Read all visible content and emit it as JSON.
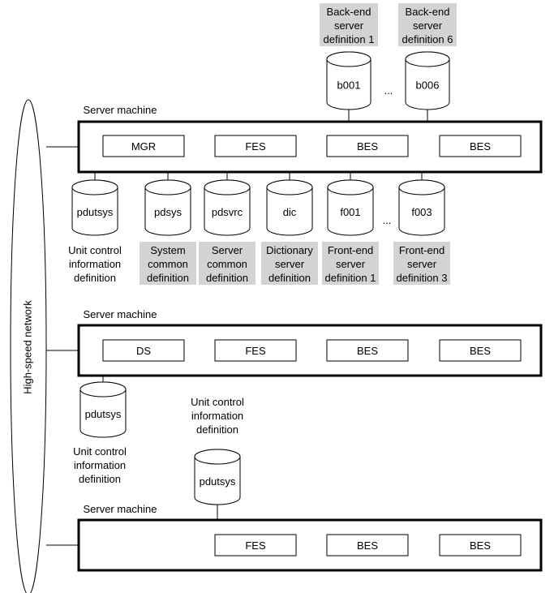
{
  "network_label": "High-speed  network",
  "colors": {
    "label_bg": "#d3d3d3",
    "line": "#000000",
    "background": "#ffffff"
  },
  "ellipsis": "...",
  "machine1": {
    "title": "Server machine",
    "boxes": [
      "MGR",
      "FES",
      "BES",
      "BES"
    ],
    "top_db": [
      {
        "name": "b001",
        "label": [
          "Back-end",
          "server",
          "definition 1"
        ]
      },
      {
        "name": "b006",
        "label": [
          "Back-end",
          "server",
          "definition 6"
        ]
      }
    ],
    "bottom_db": [
      {
        "name": "pdutsys",
        "label": [
          "Unit control",
          "information",
          "definition"
        ],
        "shaded": false
      },
      {
        "name": "pdsys",
        "label": [
          "System",
          "common",
          "definition"
        ],
        "shaded": true
      },
      {
        "name": "pdsvrc",
        "label": [
          "Server",
          "common",
          "definition"
        ],
        "shaded": true
      },
      {
        "name": "dic",
        "label": [
          "Dictionary",
          "server",
          "definition"
        ],
        "shaded": true
      },
      {
        "name": "f001",
        "label": [
          "Front-end",
          "server",
          "definition 1"
        ],
        "shaded": true
      },
      {
        "name": "f003",
        "label": [
          "Front-end",
          "server",
          "definition 3"
        ],
        "shaded": true
      }
    ]
  },
  "machine2": {
    "title": "Server machine",
    "boxes": [
      "DS",
      "FES",
      "BES",
      "BES"
    ],
    "db": {
      "name": "pdutsys",
      "label": [
        "Unit control",
        "information",
        "definition"
      ]
    }
  },
  "machine3": {
    "title": "Server machine",
    "boxes": [
      "FES",
      "BES",
      "BES"
    ],
    "db": {
      "name": "pdutsys",
      "label": [
        "Unit control",
        "information",
        "definition"
      ]
    }
  }
}
